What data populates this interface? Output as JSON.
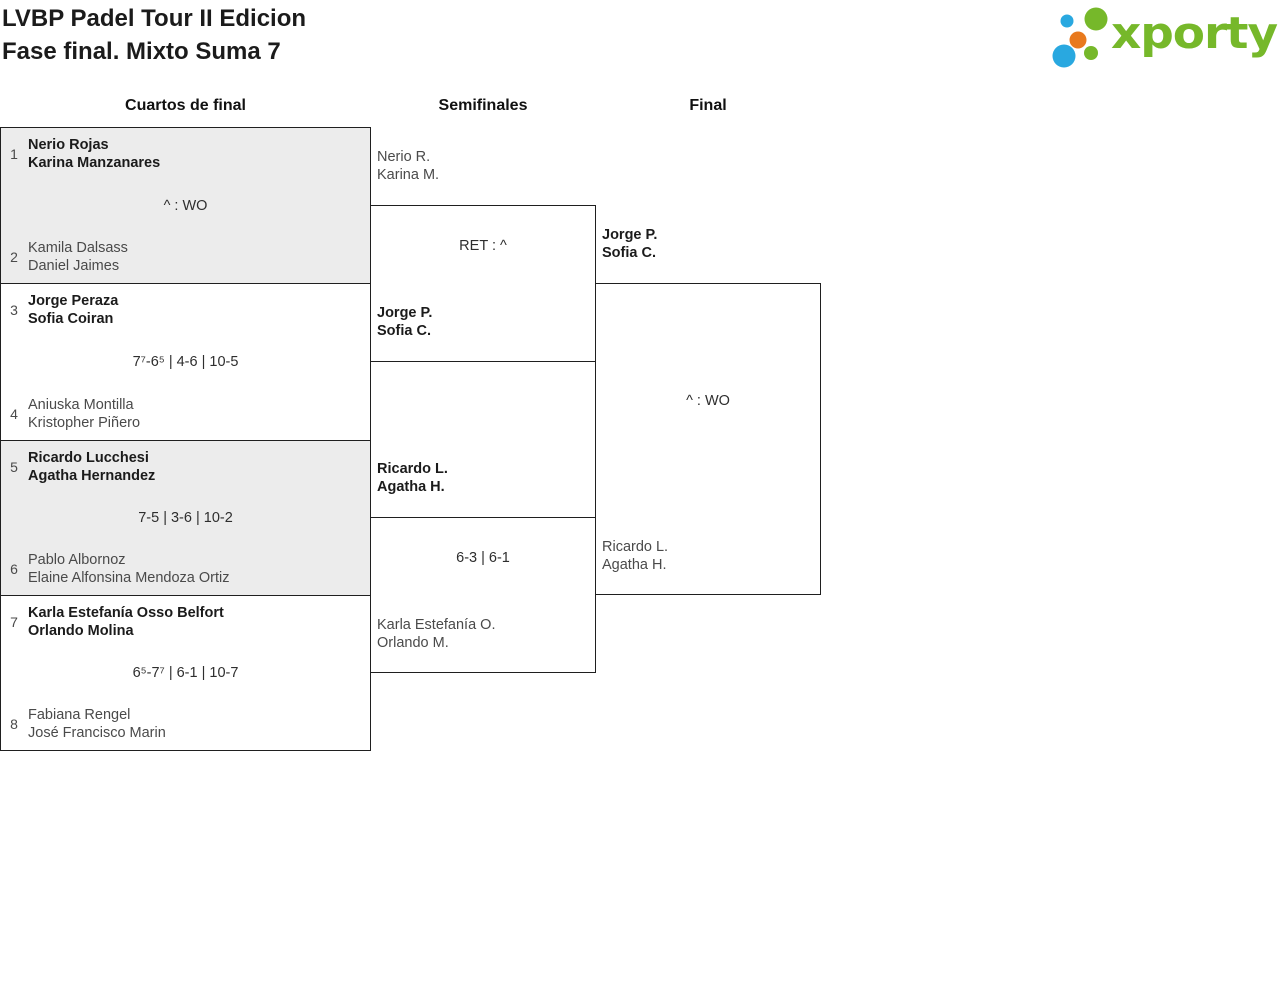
{
  "header": {
    "title_line1": "LVBP Padel Tour II Edicion",
    "title_line2": "Fase final. Mixto Suma 7"
  },
  "logo": {
    "text": "xporty",
    "colors": {
      "green": "#76b82a",
      "blue": "#29a8e0",
      "orange": "#e8791d"
    }
  },
  "rounds": {
    "quarterfinals_label": "Cuartos de final",
    "semifinals_label": "Semifinales",
    "final_label": "Final"
  },
  "quarterfinals": [
    {
      "seed_top": "1",
      "team_top_line1": "Nerio Rojas",
      "team_top_line2": "Karina Manzanares",
      "score": "^ : WO",
      "seed_bottom": "2",
      "team_bottom_line1": "Kamila Dalsass",
      "team_bottom_line2": "Daniel Jaimes"
    },
    {
      "seed_top": "3",
      "team_top_line1": "Jorge Peraza",
      "team_top_line2": "Sofia Coiran",
      "score": "7⁷-6⁵ | 4-6 | 10-5",
      "seed_bottom": "4",
      "team_bottom_line1": "Aniuska Montilla",
      "team_bottom_line2": "Kristopher Piñero"
    },
    {
      "seed_top": "5",
      "team_top_line1": "Ricardo Lucchesi",
      "team_top_line2": "Agatha Hernandez",
      "score": "7-5 | 3-6 | 10-2",
      "seed_bottom": "6",
      "team_bottom_line1": "Pablo Albornoz",
      "team_bottom_line2": "Elaine Alfonsina Mendoza Ortiz"
    },
    {
      "seed_top": "7",
      "team_top_line1": "Karla Estefanía Osso Belfort",
      "team_top_line2": "Orlando Molina",
      "score": "6⁵-7⁷ | 6-1 | 10-7",
      "seed_bottom": "8",
      "team_bottom_line1": "Fabiana Rengel",
      "team_bottom_line2": "José Francisco Marin"
    }
  ],
  "semifinals": [
    {
      "team_top_line1": "Nerio R.",
      "team_top_line2": "Karina M.",
      "score": "RET : ^",
      "team_bottom_line1": "Jorge P.",
      "team_bottom_line2": "Sofia C."
    },
    {
      "team_top_line1": "Ricardo L.",
      "team_top_line2": "Agatha H.",
      "score": "6-3 | 6-1",
      "team_bottom_line1": "Karla Estefanía O.",
      "team_bottom_line2": "Orlando M."
    }
  ],
  "final": {
    "team_top_line1": "Jorge P.",
    "team_top_line2": "Sofia C.",
    "score": "^ : WO",
    "team_bottom_line1": "Ricardo L.",
    "team_bottom_line2": "Agatha H."
  }
}
